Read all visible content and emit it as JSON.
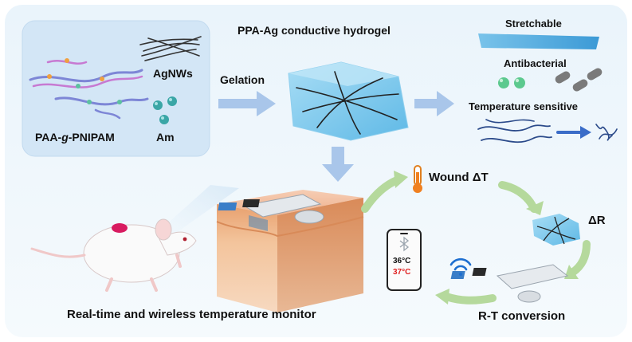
{
  "title": "PPA-Ag conductive hydrogel",
  "inputs": {
    "polymer_prefix": "PAA-",
    "polymer_g": "g",
    "polymer_suffix": "-PNIPAM",
    "nanowires": "AgNWs",
    "monomer": "Am"
  },
  "process": {
    "gelation": "Gelation"
  },
  "properties": [
    "Stretchable",
    "Antibacterial",
    "Temperature sensitive"
  ],
  "cycle": {
    "wound": "Wound ΔT",
    "resistance": "ΔR",
    "conversion": "R-T conversion"
  },
  "phone": {
    "reading_normal": "36°C",
    "reading_high": "37°C"
  },
  "application": "Real-time and wireless temperature monitor",
  "colors": {
    "panel_bg": "#e6f1fa",
    "input_box": "#cfe3f6",
    "hydrogel": "#7cc9ec",
    "arrow_blue": "#9cbde6",
    "arrow_green": "#b8dba0",
    "high_temp": "#e02020",
    "skin": "#f3b48c"
  }
}
